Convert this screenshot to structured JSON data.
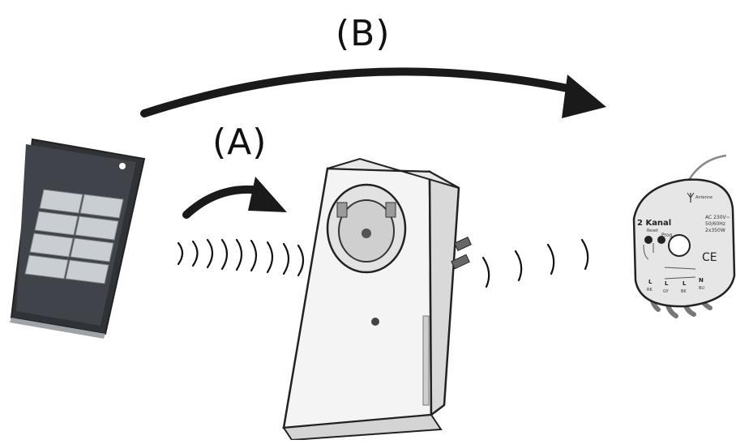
{
  "labels": {
    "direct_path": "(B)",
    "repeated_path": "(A)"
  },
  "actuator": {
    "title": "2 Kanal",
    "antenna": "Antenne",
    "rating_lines": [
      "AC 230V~",
      "50/60Hz",
      "2x350W"
    ],
    "prog_label": "Prog",
    "reset_label": "Reset",
    "ce_mark": "CE",
    "terminals": [
      "L",
      "L",
      "L",
      "N"
    ],
    "terminal_codes": [
      "RK",
      "GY",
      "BK",
      "BU"
    ]
  },
  "colors": {
    "arrow": "#1a1a1a",
    "remote_body": "#3c3f44",
    "remote_buttons": "#c9ced3",
    "plug_body": "#f4f4f4",
    "outline": "#222222",
    "actuator_body": "#e6e6e6"
  }
}
